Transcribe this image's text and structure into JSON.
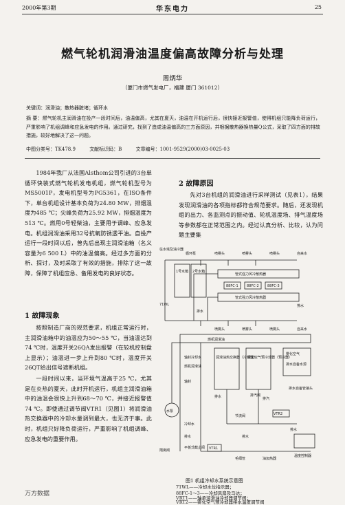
{
  "header": {
    "issue": "2000年第3期",
    "journal": "华东电力",
    "page": "25"
  },
  "title": "燃气轮机润滑油温度偏高故障分析与处理",
  "author": "周炳华",
  "affiliation": "（厦门市燃气发电厂，福建  厦门  361012）",
  "keywords": "关键词：润滑油；散热器脏堵；循环水",
  "abstract": "摘  要：燃气轮机主润滑油在投产一段时间后，油温偏高，尤其在夏天，油温在开机运行后，很快接近报警值，使得机组只能降负荷运行，严重影响了机组调峰和应急发电的作用。通过研究，找到了造成油温偏高的三方面原因，并根据散热器换热量Q公式，采取了四方面的排故措施，较好地解决了这一问题。",
  "meta": {
    "clc": "中图分类号：TK478.9",
    "doc_code": "文献标识码：B",
    "article_no": "文章编号：1001-9529(2000)03-0025-03"
  },
  "left_col": {
    "intro": "1984年我厂从法国Alsthom公司引进的3台单循环快装式燃气轮机发电机组，燃气轮机型号为MS5001P，发电机型号为PG5361，在ISO条件下，单台机组设计基本负荷为24.80 MW，排烟温度为485 ℃；尖峰负荷为25.92 MW，排烟温度为513 ℃。燃用0号轻柴油，主要用于调峰、应急发电。机组润滑油采用32号抗氧防锈透平油。自投产运行一段时间以后，曾先后出现主润滑油箱（名义容量为6 500 L）中的油温偏高。经过多方面的分析、探讨，及时采取了有效的措施，排除了这一故障，保障了机组应急、备用发电的良好状态。",
    "h1": "1  故障现象",
    "p1": "按照制造厂商的规范要求，机组正常运行时，主润滑油箱中的油温应为50～55 ℃，当油温达到74 ℃时，温度开关26QA发出报警（在较机控制盘上显示）；油温进一步上升到80 ℃时，温度开关26QT给出信号遮断机组。",
    "p2": "一段时间以来，当环境气温高于25 ℃，尤其是在炎热的夏天，此时开机运行，机组主润滑油箱中的油温会很快上升到68～70 ℃，并接近报警值74 ℃。即使通过调节阀VTR1（见图1）将润滑油热交换器中的冷却水量调到最大，也无济于事。此时，机组只好降负荷运行，严重影响了机组调峰、应急发电的重要作用。"
  },
  "right_col": {
    "h2": "2  故障原因",
    "p1": "先对3台机组的润滑油进行采样测试（见表1），结果发现润滑油的各项指标都符合规范要求。随后，还发现机组的出力、各监测点的振动值、轮机温度场、排气温度场等参数都在正常范围之内。经过认真分析、比较，认为问题主要集"
  },
  "figure": {
    "labels": {
      "l1": "往水塔及油冷器",
      "l2": "循环泵",
      "l3": "喷雾头",
      "l4": "喷雾头",
      "l5": "喷雾头",
      "l6": "自来水",
      "l7": "管式强力风冷散热器",
      "l8": "88FC-1",
      "l9": "88FC-2",
      "l10": "88FC-3",
      "l11": "管式强力风冷散热器",
      "l12": "1号水箱",
      "l13": "2号水箱",
      "l14": "71WL",
      "l15": "排水",
      "l16": "排水",
      "l17": "喷雾头",
      "l18": "喷雾头",
      "l19": "喷雾头",
      "l20": "自来水",
      "l21": "燃机润滑油",
      "l22": "润滑油热交换器（冷却器）",
      "l23": "雾化空气预冷却器（预冷器）",
      "l24": "雾化空气",
      "l25": "排水自备水源",
      "l26": "水泵",
      "l27": "排汽阀",
      "l28": "轴封冷却水",
      "l29": "燃机润滑油",
      "l30": "轴封",
      "l31": "排水",
      "l32": "排汽",
      "l33": "排水自备管接头",
      "l34": "VTR2",
      "l35": "冷却水",
      "l36": "节流阀",
      "l37": "排水",
      "l38": "排水",
      "l39": "平板式截止阀",
      "l40": "VTR1",
      "l41": "毛细管",
      "l42": "油加热器",
      "l43": "温度控制器",
      "l44": "隔离阀",
      "l45": "排水"
    },
    "caption": "图1  机组冷却水系统示意图",
    "legend": [
      "71WL——冷却水位指示器；",
      "88FC-1～3——冷却风扇及马达；",
      "VRT1——轴承润滑油冷却器调节阀；",
      "VRT2——雾化空气预冷却器排水温度调节阀"
    ]
  },
  "watermark": "万方数据"
}
